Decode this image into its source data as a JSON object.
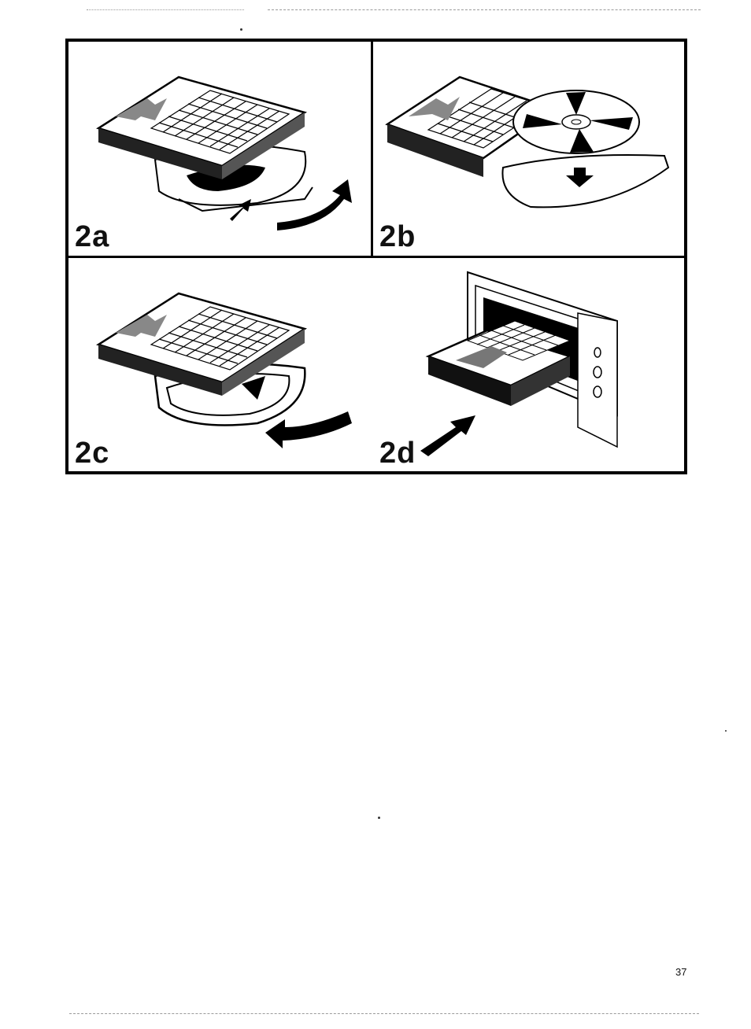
{
  "figure": {
    "panels": [
      {
        "label": "2a"
      },
      {
        "label": "2b"
      },
      {
        "label": "2c"
      },
      {
        "label": "2d"
      }
    ]
  },
  "page_number": "37"
}
